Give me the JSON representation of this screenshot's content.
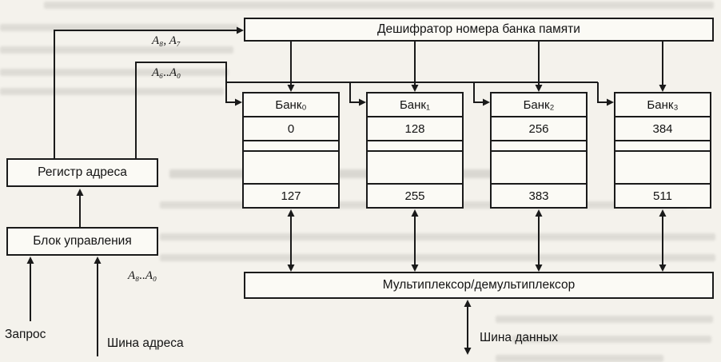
{
  "diagram": {
    "title_hint": "Memory bank addressing scheme",
    "decoder": {
      "label": "Дешифратор номера банка памяти"
    },
    "address_register": {
      "label": "Регистр адреса"
    },
    "control_unit": {
      "label": "Блок управления"
    },
    "mux": {
      "label": "Мультиплексор/демультиплексор"
    },
    "banks": [
      {
        "name": "Банк₀",
        "start": "0",
        "end": "127"
      },
      {
        "name": "Банк₁",
        "start": "128",
        "end": "255"
      },
      {
        "name": "Банк₂",
        "start": "256",
        "end": "383"
      },
      {
        "name": "Банк₃",
        "start": "384",
        "end": "511"
      }
    ],
    "bus_labels": {
      "a8_a7": "A₈, A₇",
      "a6_a0": "A₆..A₀",
      "a8_a0": "A₈..A₀",
      "request": "Запрос",
      "address_bus": "Шина адреса",
      "data_bus": "Шина данных"
    },
    "colors": {
      "line": "#1a1a1a",
      "paper": "#f4f2ec",
      "box_background": "#fbfaf5"
    }
  }
}
